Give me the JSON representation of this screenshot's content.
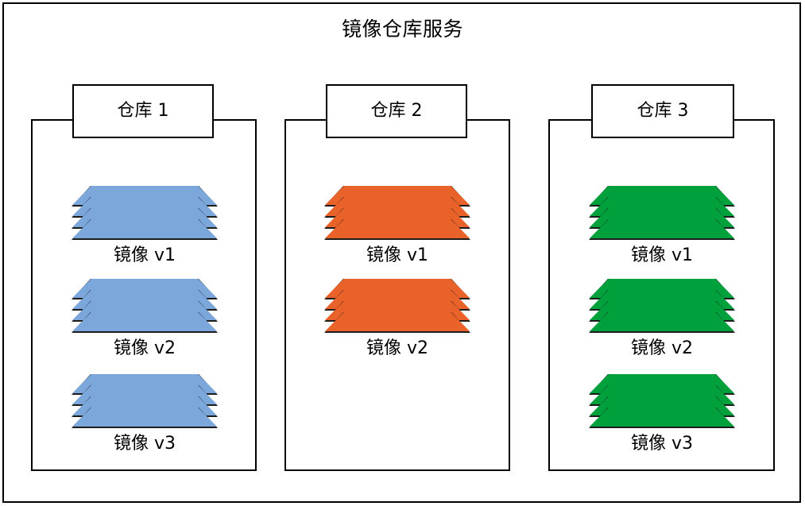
{
  "diagram": {
    "title": "镜像仓库服务",
    "background_color": "#ffffff",
    "border_color": "#000000"
  },
  "repositories": [
    {
      "id": "repo-1",
      "header_label": "仓库 1",
      "stack_color": "#7BA7DB",
      "stack_edge_color": "#2a2a2a",
      "layers_per_image": 4,
      "images": [
        {
          "label": "镜像 v1"
        },
        {
          "label": "镜像 v2"
        },
        {
          "label": "镜像 v3"
        }
      ]
    },
    {
      "id": "repo-2",
      "header_label": "仓库 2",
      "stack_color": "#E8622A",
      "stack_edge_color": "#2a2a2a",
      "layers_per_image": 4,
      "images": [
        {
          "label": "镜像 v1"
        },
        {
          "label": "镜像 v2"
        }
      ]
    },
    {
      "id": "repo-3",
      "header_label": "仓库 3",
      "stack_color": "#00A03C",
      "stack_edge_color": "#2a2a2a",
      "layers_per_image": 4,
      "images": [
        {
          "label": "镜像 v1"
        },
        {
          "label": "镜像 v2"
        },
        {
          "label": "镜像 v3"
        }
      ]
    }
  ]
}
